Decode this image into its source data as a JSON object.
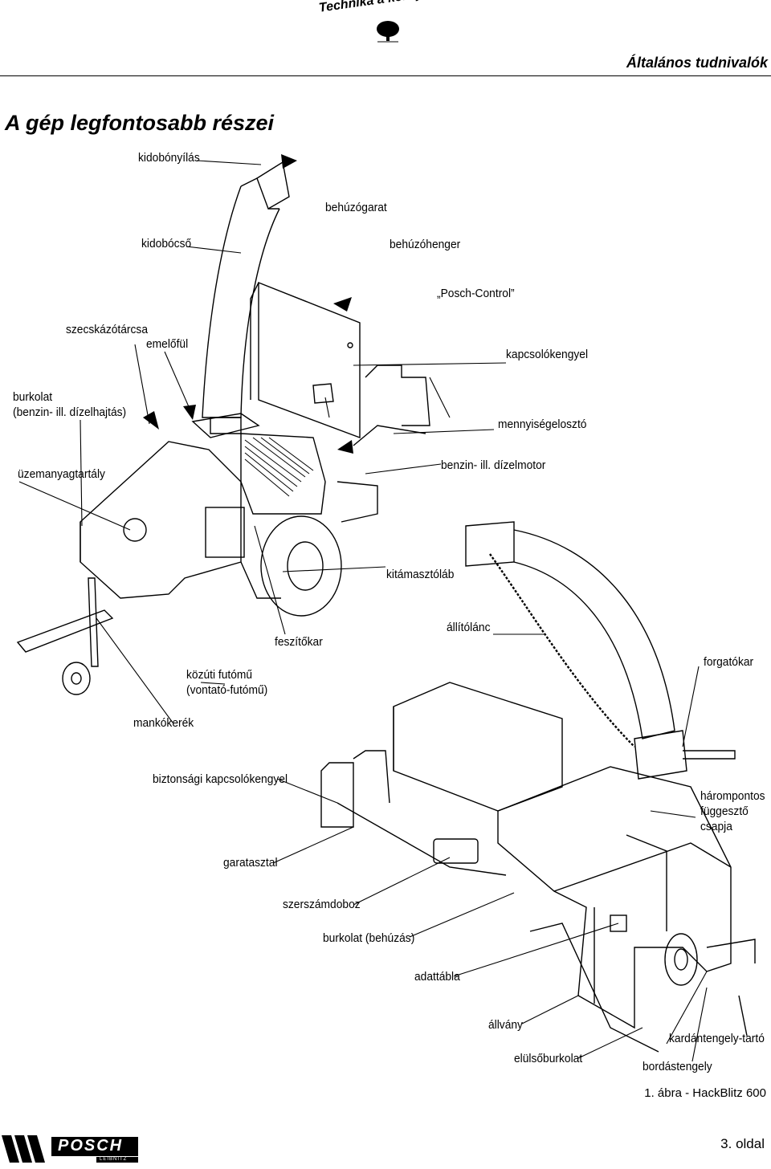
{
  "header": {
    "slogan": "Technika a környezetünkért",
    "section": "Általános tudnivalók"
  },
  "title": "A gép legfontosabb részei",
  "labels": {
    "kidobonyilas": "kidobónyílás",
    "behuzogarat": "behúzógarat",
    "kidobocso": "kidobócső",
    "behuzohenger": "behúzóhenger",
    "posch_control": "„Posch-Control”",
    "szecskazotarcsa": "szecskázótárcsa",
    "emelofül": "emelőfül",
    "kapcsolokengyel": "kapcsolókengyel",
    "burkolat_1": "burkolat",
    "burkolat_2": "(benzin- ill. dízelhajtás)",
    "mennyisegeloszto": "mennyiségelosztó",
    "uzemanyagtartaly": "üzemanyagtartály",
    "motor": "benzin- ill. dízelmotor",
    "kitamasztolab": "kitámasztóláb",
    "feszitokar": "feszítőkar",
    "allitolanc": "állítólánc",
    "kozuti_1": "közúti futómű",
    "kozuti_2": "(vontató-futómű)",
    "forgatokar": "forgatókar",
    "mankokerek": "mankókerék",
    "biztonsagi": "biztonsági kapcsolókengyel",
    "harompontos_1": "hárompontos",
    "harompontos_2": "függesztő",
    "harompontos_3": "csapja",
    "garatasztal": "garatasztal",
    "szerszamdoboz": "szerszámdoboz",
    "burkolat_behuzas": "burkolat (behúzás)",
    "adattabla": "adattábla",
    "allvany": "állvány",
    "kardantengely": "kardántengely-tartó",
    "elulso_burkolat": "elülsőburkolat",
    "bordastengely": "bordástengely"
  },
  "caption": "1. ábra - HackBlitz 600",
  "footer": {
    "brand": "POSCH",
    "brand_sub": "LEIBNITZ",
    "page": "3. oldal"
  }
}
